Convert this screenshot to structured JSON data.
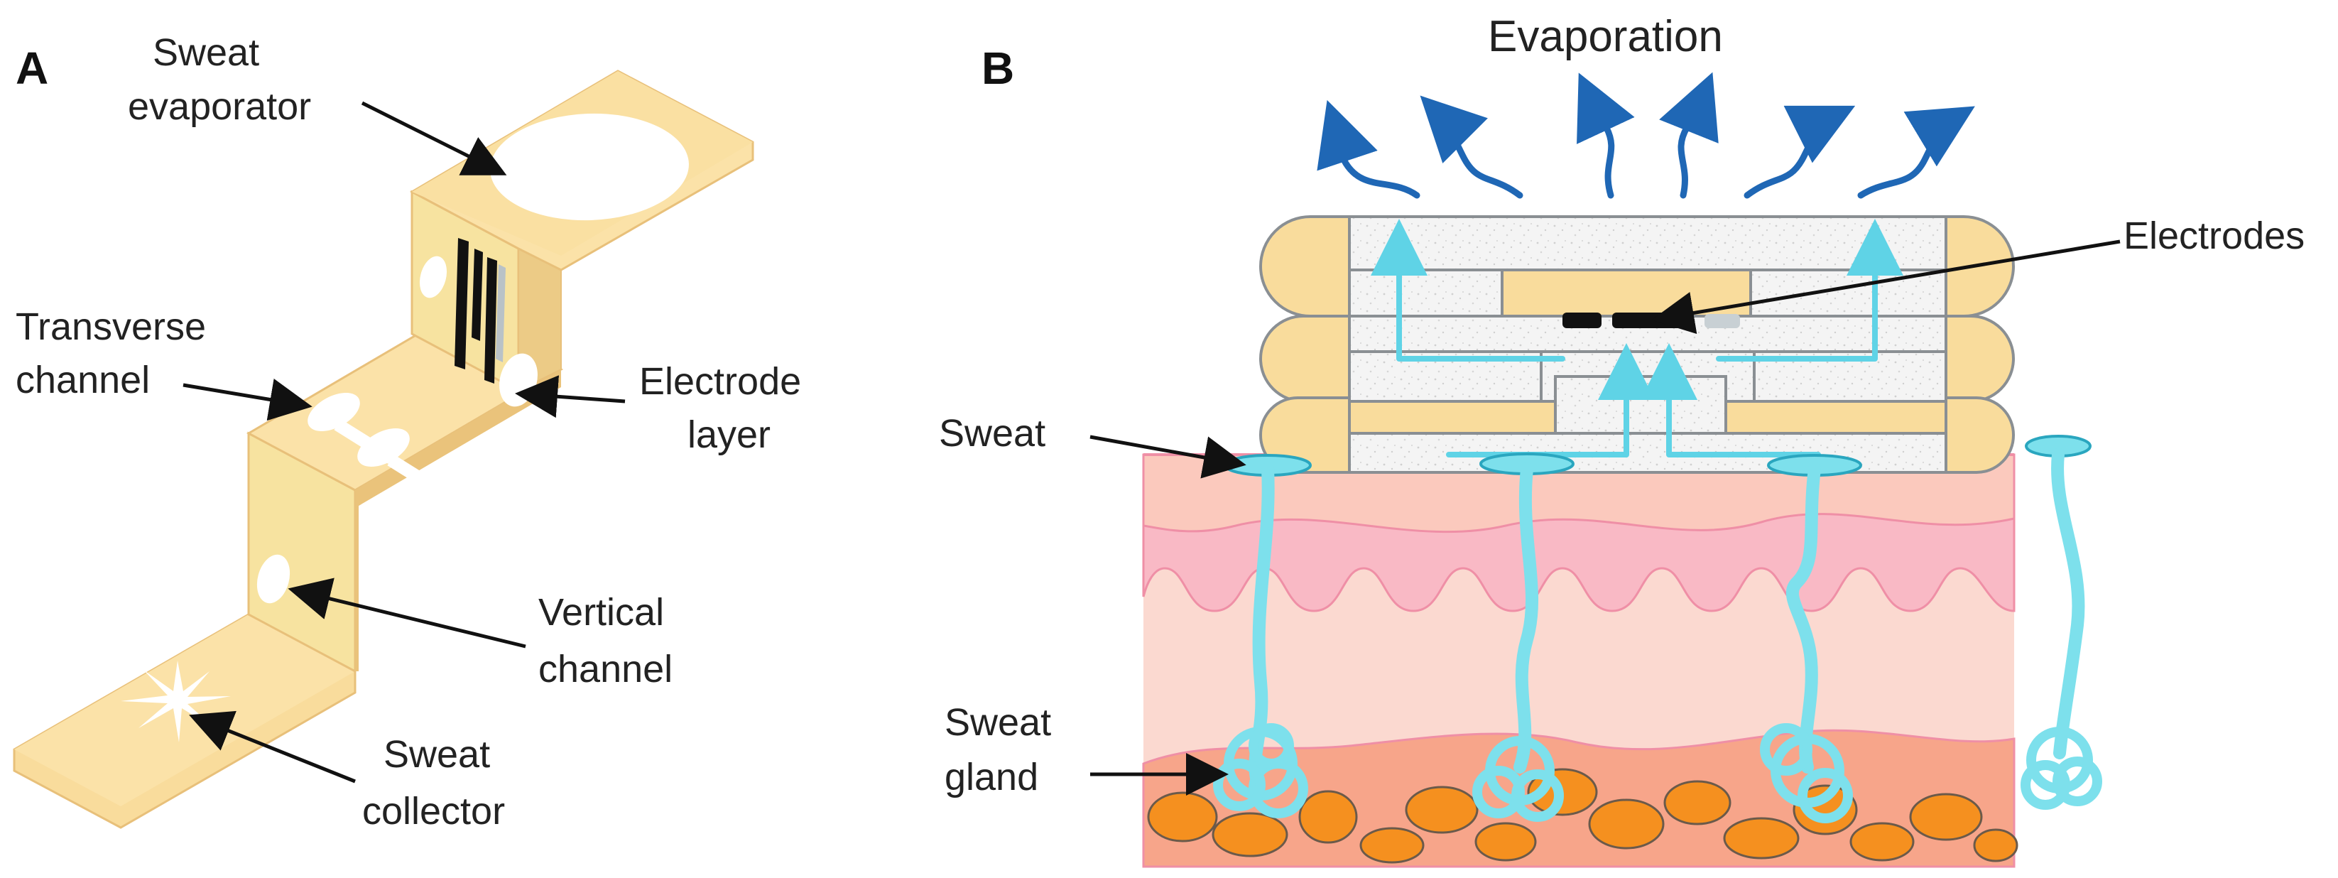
{
  "panels": {
    "a": {
      "label": "A"
    },
    "b": {
      "label": "B"
    }
  },
  "labels_a": {
    "sweat_evaporator": [
      "Sweat",
      "evaporator"
    ],
    "transverse_channel": [
      "Transverse",
      "channel"
    ],
    "electrode_layer": [
      "Electrode",
      "layer"
    ],
    "vertical_channel": [
      "Vertical",
      "channel"
    ],
    "sweat_collector": [
      "Sweat",
      "collector"
    ]
  },
  "labels_b": {
    "evaporation": "Evaporation",
    "electrodes": "Electrodes",
    "sweat": "Sweat",
    "sweat_gland": [
      "Sweat",
      "gland"
    ]
  },
  "colors": {
    "paper": "#f9dc9c",
    "paper_side": "#f2cf84",
    "channel_white": "#ffffff",
    "skin_epidermis": "#f9b9c5",
    "skin_dermis": "#fbd9d0",
    "skin_top": "#fbc9bd",
    "fat_layer": "#f7a58a",
    "fat_cells": "#f5901f",
    "sweat_blue": "#7de0ec",
    "arrow_blue": "#1f67b5",
    "electrode_black": "#111111",
    "electrode_grey": "#c8d0d4"
  }
}
